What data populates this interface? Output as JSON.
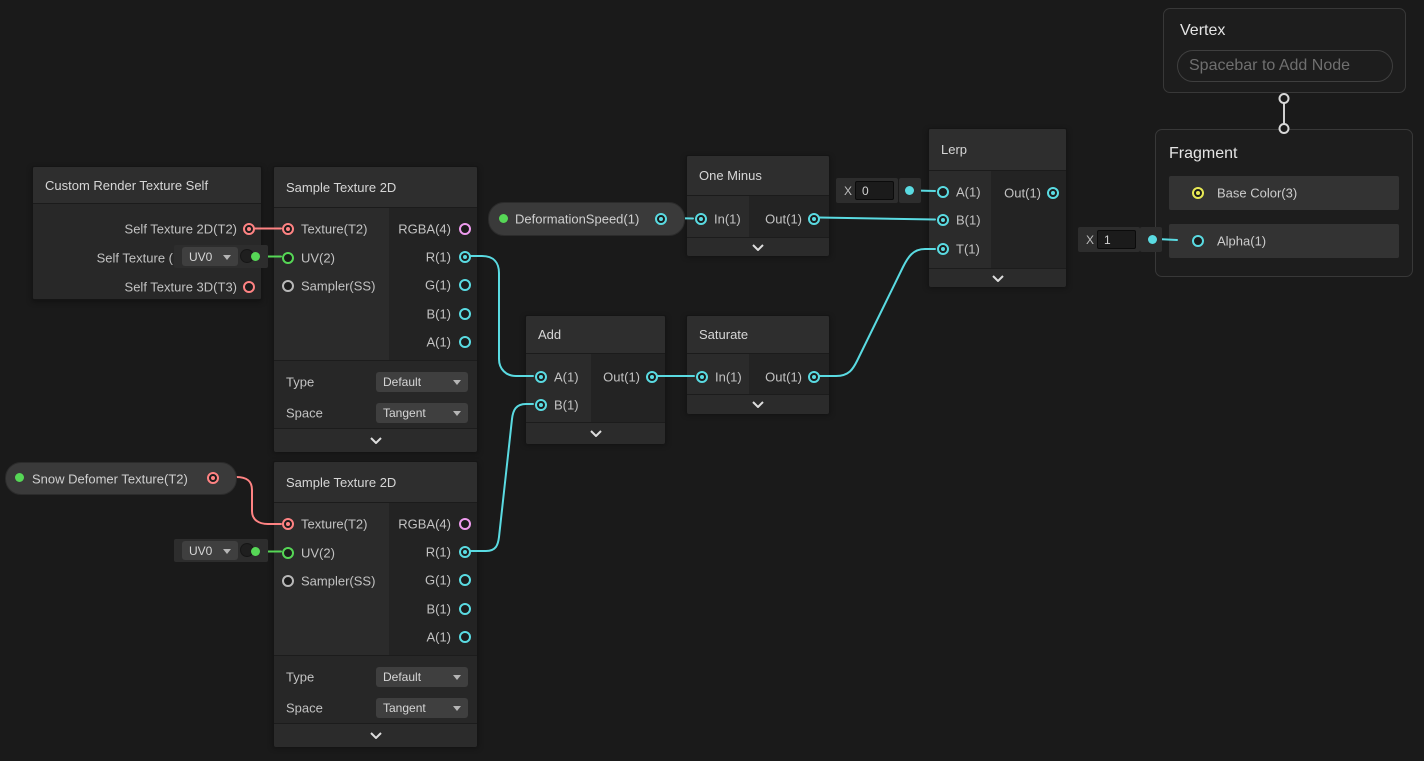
{
  "colors": {
    "canvas_bg": "#1a1a1a",
    "cyan": "#5adbe2",
    "red": "#ff8383",
    "green": "#56d756",
    "pink": "#ee9bee",
    "yellow": "#e8ea55",
    "gray_port": "#b8b8b8",
    "wire_mid": "#b9d47b",
    "wire_end": "#8f9150"
  },
  "nodes": {
    "custom_rt": {
      "title": "Custom Render Texture Self",
      "port_self_2d": "Self Texture 2D(T2)",
      "port_self_cube": "Self Texture (",
      "port_self_3d": "Self Texture 3D(T3)"
    },
    "sample": {
      "title": "Sample Texture 2D",
      "in_texture": "Texture(T2)",
      "in_uv": "UV(2)",
      "in_sampler": "Sampler(SS)",
      "out_rgba": "RGBA(4)",
      "out_r": "R(1)",
      "out_g": "G(1)",
      "out_b": "B(1)",
      "out_a": "A(1)",
      "type_label": "Type",
      "type_value": "Default",
      "space_label": "Space",
      "space_value": "Tangent"
    },
    "one_minus": {
      "title": "One Minus",
      "in": "In(1)",
      "out": "Out(1)"
    },
    "add": {
      "title": "Add",
      "a": "A(1)",
      "b": "B(1)",
      "out": "Out(1)"
    },
    "saturate": {
      "title": "Saturate",
      "in": "In(1)",
      "out": "Out(1)"
    },
    "lerp": {
      "title": "Lerp",
      "a": "A(1)",
      "b": "B(1)",
      "t": "T(1)",
      "out": "Out(1)"
    },
    "vertex": {
      "title": "Vertex",
      "placeholder": "Spacebar to Add Node"
    },
    "fragment": {
      "title": "Fragment",
      "base_color": "Base Color(3)",
      "alpha": "Alpha(1)"
    }
  },
  "properties": {
    "deformation_speed": "DeformationSpeed(1)",
    "snow_deformer": "Snow Defomer Texture(T2)"
  },
  "widgets": {
    "uv_dropdown_value": "UV0",
    "x_label": "X",
    "lerp_a_value": "0",
    "alpha_value": "1"
  }
}
